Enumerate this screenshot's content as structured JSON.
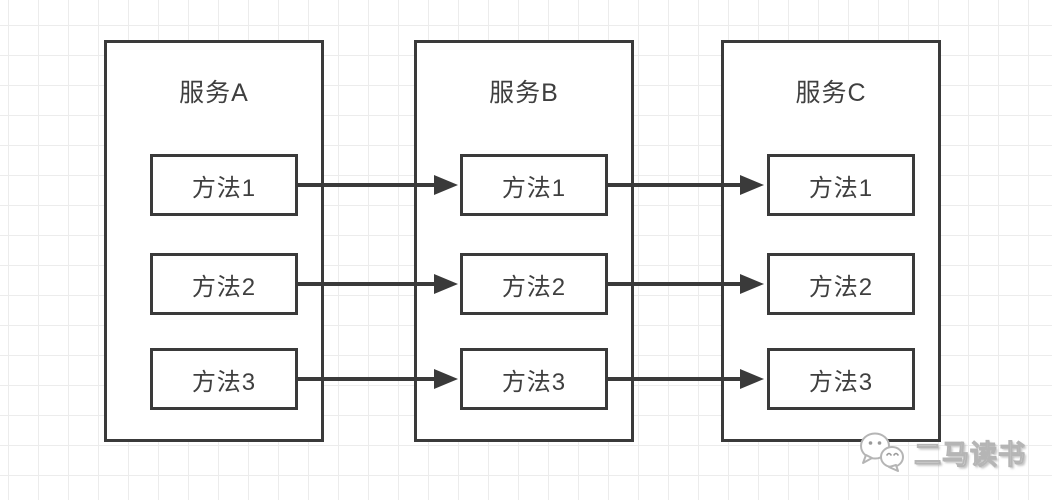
{
  "diagram": {
    "services": [
      {
        "name": "服务A",
        "methods": [
          "方法1",
          "方法2",
          "方法3"
        ]
      },
      {
        "name": "服务B",
        "methods": [
          "方法1",
          "方法2",
          "方法3"
        ]
      },
      {
        "name": "服务C",
        "methods": [
          "方法1",
          "方法2",
          "方法3"
        ]
      }
    ],
    "colors": {
      "line": "#3a3a3a",
      "text": "#3f3f3f",
      "grid": "#ececec",
      "background": "#ffffff"
    }
  },
  "watermark": {
    "text": "二马读书",
    "icon": "wechat-chat-bubbles-icon"
  }
}
